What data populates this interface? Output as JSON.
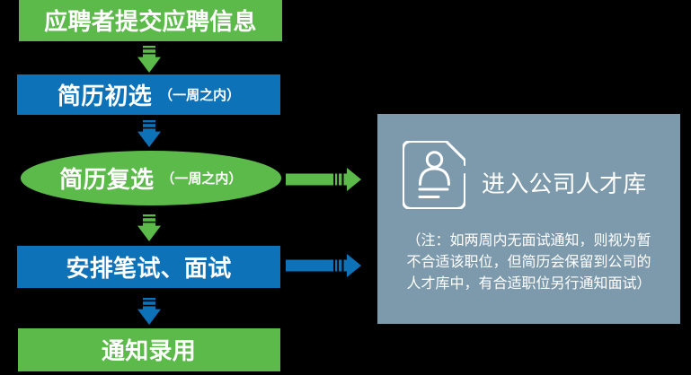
{
  "flow": {
    "steps": [
      {
        "id": "submit-application",
        "shape": "rounded-rect",
        "color": "green",
        "label": "应聘者提交应聘信息"
      },
      {
        "id": "resume-initial-screening",
        "shape": "rect",
        "color": "blue",
        "label": "简历初选",
        "duration": "（一周之内）"
      },
      {
        "id": "resume-second-screening",
        "shape": "ellipse",
        "color": "green",
        "label": "简历复选",
        "duration": "（一周之内）"
      },
      {
        "id": "arrange-test-interview",
        "shape": "rect",
        "color": "blue",
        "label": "安排笔试、面试"
      },
      {
        "id": "offer-notification",
        "shape": "rect",
        "color": "green",
        "label": "通知录用"
      }
    ],
    "connectors": [
      {
        "id": "arrow-1",
        "direction": "down",
        "color": "green"
      },
      {
        "id": "arrow-2",
        "direction": "down",
        "color": "blue"
      },
      {
        "id": "arrow-3",
        "direction": "down",
        "color": "green"
      },
      {
        "id": "arrow-4",
        "direction": "down",
        "color": "blue"
      },
      {
        "id": "arrow-to-pool-from-second-screening",
        "direction": "right",
        "color": "green"
      },
      {
        "id": "arrow-to-pool-from-test-interview",
        "direction": "right",
        "color": "blue"
      }
    ]
  },
  "talent_pool": {
    "title": "进入公司人才库",
    "icon": "resume-document-icon",
    "note_lines": [
      "（注：如两周内无面试通知，则视为暂",
      "不合适该职位，但简历会保留到公司的",
      "人才库中，有合适职位另行通知面试）"
    ]
  },
  "colors": {
    "green": "#5cba4a",
    "blue": "#0d72b8",
    "slate": "#7d9aac",
    "text": "#ffffff",
    "background": "#000000"
  }
}
